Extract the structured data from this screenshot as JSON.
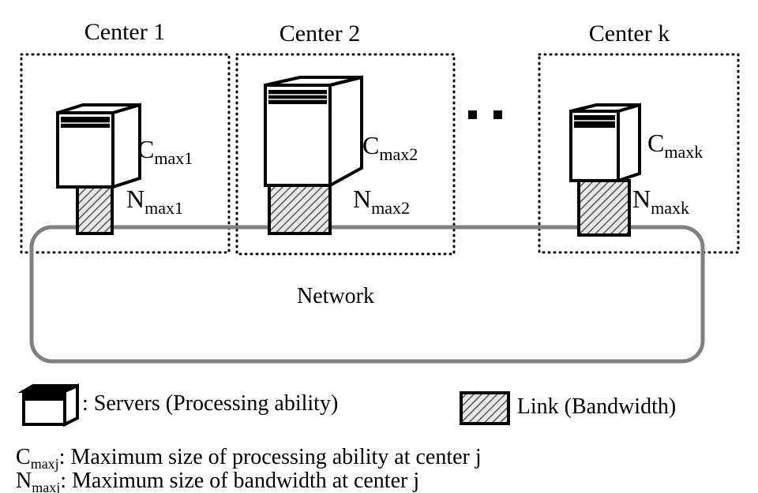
{
  "centers": [
    {
      "title": "Center 1",
      "c_label": "C",
      "c_sub": "max1",
      "n_label": "N",
      "n_sub": "max1"
    },
    {
      "title": "Center 2",
      "c_label": "C",
      "c_sub": "max2",
      "n_label": "N",
      "n_sub": "max2"
    },
    {
      "title": "Center k",
      "c_label": "C",
      "c_sub": "maxk",
      "n_label": "N",
      "n_sub": "maxk"
    }
  ],
  "network_label": "Network",
  "legend": {
    "servers": ": Servers (Processing ability)",
    "link": ": Link (Bandwidth)"
  },
  "definitions": [
    {
      "sym": "C",
      "sub": "maxj",
      "text": ": Maximum size of processing ability at center j"
    },
    {
      "sym": "N",
      "sub": "maxj",
      "text": ": Maximum size of bandwidth at center j"
    }
  ],
  "colors": {
    "network": "#808080",
    "hatch": "#555555"
  }
}
